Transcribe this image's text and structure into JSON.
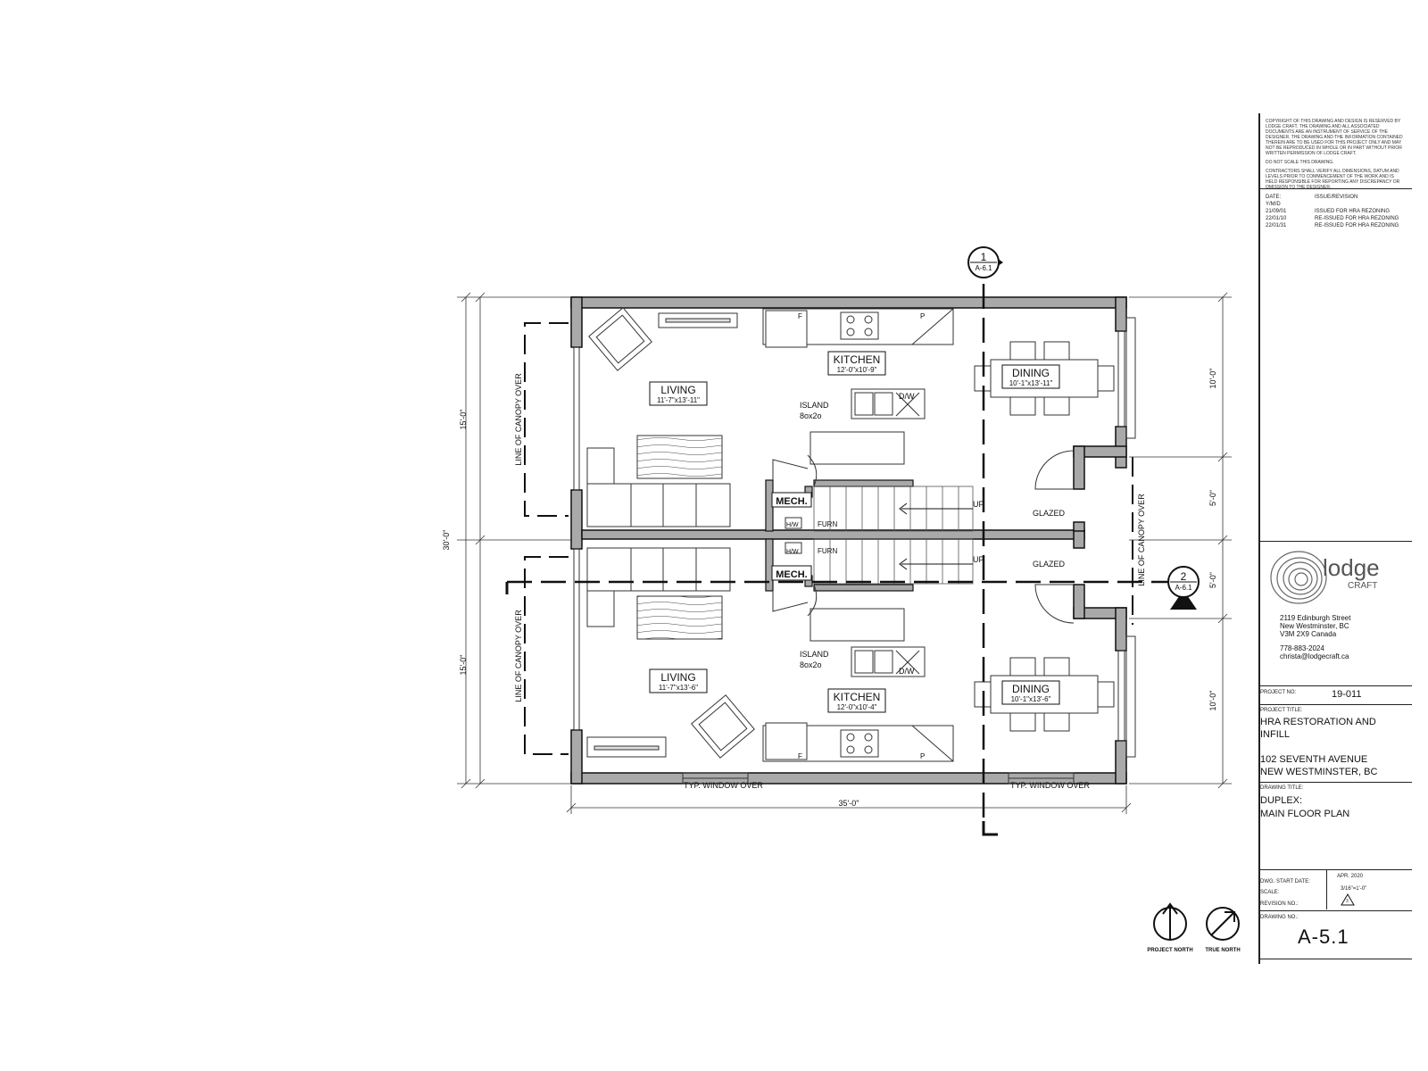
{
  "units": [
    {
      "id": "upper",
      "living": {
        "name": "LIVING",
        "dims": "11'-7\"x13'-11\""
      },
      "kitchen": {
        "name": "KITCHEN",
        "dims": "12'-0\"x10'-9\""
      },
      "dining": {
        "name": "DINING",
        "dims": "10'-1\"x13'-11\""
      },
      "island": {
        "label": "ISLAND",
        "size": "8ox2o"
      },
      "mech": "MECH.",
      "dw": "D/W",
      "furn": "FURN",
      "hw": "H/W",
      "fridge": "F",
      "pantry": "P",
      "up": "UP",
      "glazed": "GLAZED",
      "canopy": "LINE OF CANOPY OVER"
    },
    {
      "id": "lower",
      "living": {
        "name": "LIVING",
        "dims": "11'-7\"x13'-6\""
      },
      "kitchen": {
        "name": "KITCHEN",
        "dims": "12'-0\"x10'-4\""
      },
      "dining": {
        "name": "DINING",
        "dims": "10'-1\"x13'-6\""
      },
      "island": {
        "label": "ISLAND",
        "size": "8ox2o"
      },
      "mech": "MECH.",
      "dw": "D/W",
      "furn": "FURN",
      "hw": "H/W",
      "fridge": "F",
      "pantry": "P",
      "up": "UP",
      "glazed": "GLAZED",
      "canopy": "LINE OF CANOPY OVER"
    }
  ],
  "canopy_east": "LINE OF CANOPY OVER",
  "dimensions": {
    "left_top": "15'-0\"",
    "left_bottom": "15'-0\"",
    "left_total": "30'-0\"",
    "right_1": "10'-0\"",
    "right_2": "5'-0\"",
    "right_3": "5'-0\"",
    "right_4": "10'-0\"",
    "bottom_total": "35'-0\""
  },
  "window_note": "TYP. WINDOW OVER",
  "section_markers": [
    {
      "num": "1",
      "sheet": "A-6.1"
    },
    {
      "num": "2",
      "sheet": "A-6.1"
    }
  ],
  "north": {
    "project": "PROJECT NORTH",
    "true": "TRUE NORTH"
  },
  "title_block": {
    "copyright": "COPYRIGHT OF THIS DRAWING AND DESIGN IS RESERVED BY LODGE CRAFT. THE DRAWING AND ALL ASSOCIATED DOCUMENTS ARE AN INSTRUMENT OF SERVICE OF THE DESIGNER. THE DRAWING AND THE INFORMATION CONTAINED THEREIN ARE TO BE USED FOR THIS PROJECT ONLY AND MAY NOT BE REPRODUCED IN WHOLE OR IN PART WITHOUT PRIOR WRITTEN PERMISSION OF LODGE CRAFT.",
    "no_scale": "DO NOT SCALE THIS DRAWING.",
    "contractors": "CONTRACTORS SHALL VERIFY ALL DIMENSIONS, DATUM AND LEVELS PRIOR TO COMMENCEMENT OF THE WORK AND IS HELD RESPONSIBLE FOR REPORTING ANY DISCREPANCY OR OMISSION TO THE DESIGNER.",
    "rev_head_date": "DATE:",
    "rev_head_ymd": "Y/M/D",
    "rev_head_issue": "ISSUE/REVISION",
    "revisions": [
      {
        "date": "21/09/01",
        "desc": "ISSUED FOR HRA REZONING"
      },
      {
        "date": "22/01/10",
        "desc": "RE-ISSUED FOR HRA REZONING"
      },
      {
        "date": "22/01/31",
        "desc": "RE-ISSUED FOR HRA REZONING"
      }
    ],
    "logo_word": "lodge",
    "logo_sub": "CRAFT",
    "address1": "2119 Edinburgh Street",
    "address2": "New Westminster, BC",
    "address3": "V3M 2X9 Canada",
    "phone": "778-883-2024",
    "email": "christa@lodgecraft.ca",
    "project_no_label": "PROJECT NO:",
    "project_no": "19-011",
    "project_title_label": "PROJECT TITLE:",
    "project_title_1": "HRA RESTORATION AND",
    "project_title_2": "INFILL",
    "site_1": "102 SEVENTH AVENUE",
    "site_2": "NEW WESTMINSTER, BC",
    "drawing_title_label": "DRAWING TITLE:",
    "drawing_title_1": "DUPLEX:",
    "drawing_title_2": "MAIN FLOOR PLAN",
    "start_date_label": "DWG. START DATE:",
    "start_date": "APR. 2020",
    "scale_label": "SCALE:",
    "scale": "3/16\"=1'-0\"",
    "revision_label": "REVISION NO.:",
    "revision": "3",
    "drawing_no_label": "DRAWING NO.:",
    "drawing_no": "A-5.1"
  }
}
